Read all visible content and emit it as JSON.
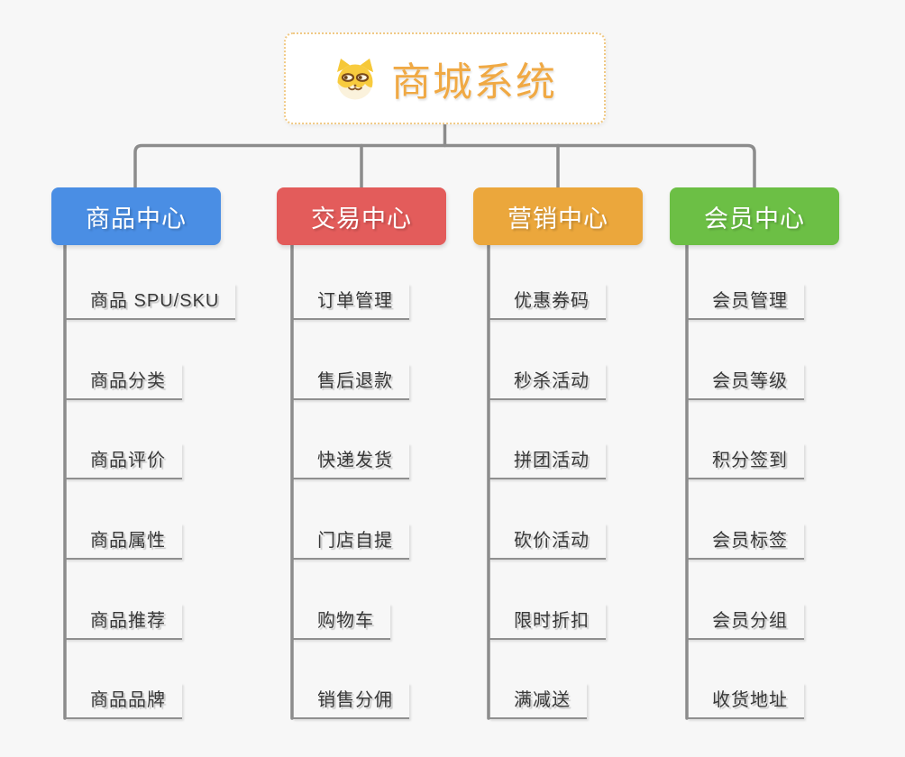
{
  "background_color": "#F7F7F7",
  "connector_color": "#8C8C8C",
  "root": {
    "title": "商城系统",
    "title_color": "#F0A944",
    "border_color": "#F0C985",
    "icon": "doge-face-icon"
  },
  "branches": [
    {
      "label": "商品中心",
      "color": "#4A8EE4",
      "children": [
        "商品 SPU/SKU",
        "商品分类",
        "商品评价",
        "商品属性",
        "商品推荐",
        "商品品牌"
      ]
    },
    {
      "label": "交易中心",
      "color": "#E35C5B",
      "children": [
        "订单管理",
        "售后退款",
        "快递发货",
        "门店自提",
        "购物车",
        "销售分佣"
      ]
    },
    {
      "label": "营销中心",
      "color": "#EBA73C",
      "children": [
        "优惠券码",
        "秒杀活动",
        "拼团活动",
        "砍价活动",
        "限时折扣",
        "满减送"
      ]
    },
    {
      "label": "会员中心",
      "color": "#6CBF45",
      "children": [
        "会员管理",
        "会员等级",
        "积分签到",
        "会员标签",
        "会员分组",
        "收货地址"
      ]
    }
  ]
}
